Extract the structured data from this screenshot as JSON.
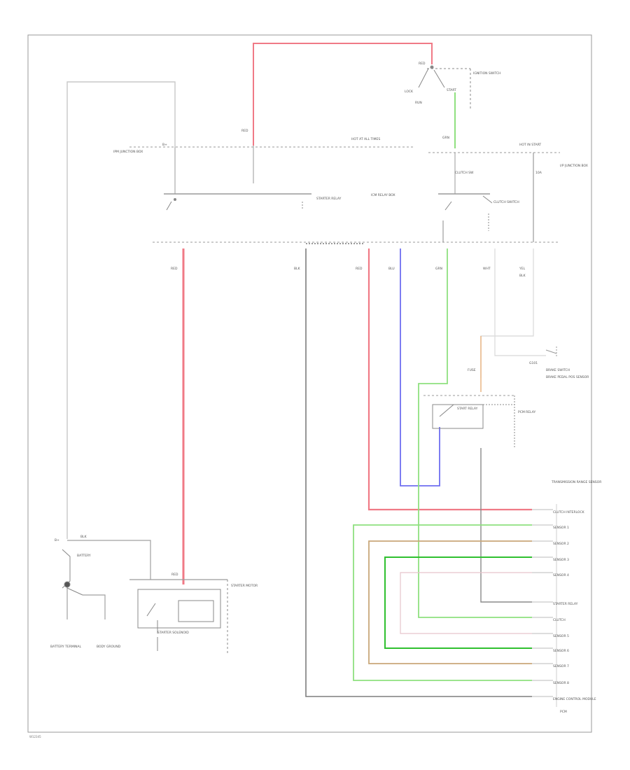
{
  "diagram": {
    "colors": {
      "red": "#f07a86",
      "blue": "#6f6ff0",
      "green": "#8fe07f",
      "tan": "#c9a87a",
      "orange": "#e8b07a",
      "gray": "#7d7d7d",
      "lightgray": "#cfcfcf",
      "pink": "#e6c4cc",
      "border": "#9a9a9a"
    },
    "labels": {
      "ign_sw_top": "RED",
      "ign_switch": "IGNITION SWITCH",
      "ign_lock": "LOCK",
      "ign_run": "RUN",
      "ign_start": "START",
      "red_riser": "RED",
      "hot_at_start": "HOT AT ALL TIMES",
      "hot_in_start": "HOT IN START",
      "fuse_left": "B+",
      "fusebox_left": "IPM JUNCTION BOX",
      "green_top": "GRN",
      "fuse_right": "10A",
      "junction_right": "I/P JUNCTION BOX",
      "relay1": "STARTER RELAY",
      "relay_center": "ICM RELAY BOX",
      "relay2": "CLUTCH SW",
      "relay2_box": "CLUTCH SWITCH",
      "wire_red": "RED",
      "wire_blk": "BLK",
      "wire_red2": "RED",
      "wire_blu": "BLU",
      "wire_grn": "GRN",
      "wire_wht": "WHT",
      "wire_yel": "YEL",
      "wire_blk2": "BLK",
      "fuse_mid": "FUSE",
      "brake_sw": "BRAKE SWITCH",
      "brake_sw2": "BRAKE PEDAL POS SENSOR",
      "gnd_label": "G101",
      "relay3": "START RELAY",
      "relay3_box": "PCM RELAY",
      "transmission_pcm": "TRANSMISSION RANGE SENSOR",
      "tcm1": "CLUTCH INTERLOCK",
      "pin1": "SENSOR 1",
      "pin2": "SENSOR 2",
      "pin3": "SENSOR 3",
      "pin4": "SENSOR 4",
      "pin5": "STARTER RELAY",
      "pin6": "CLUTCH",
      "pin7": "SENSOR 5",
      "pin8": "SENSOR 6",
      "pin9": "SENSOR 7",
      "pin10": "SENSOR 8",
      "pin11": "ENGINE CONTROL MODULE",
      "pcm_note": "PCM",
      "battery": "BATTERY",
      "battery_top": "B+",
      "battery_plus": "BLK",
      "batt_label": "BATTERY TERMINAL",
      "batt_label2": "BODY GROUND",
      "starter_top": "RED",
      "starter_sol": "STARTER SOLENOID",
      "starter_motor": "STARTER MOTOR",
      "diagram_id": "W12345"
    }
  }
}
